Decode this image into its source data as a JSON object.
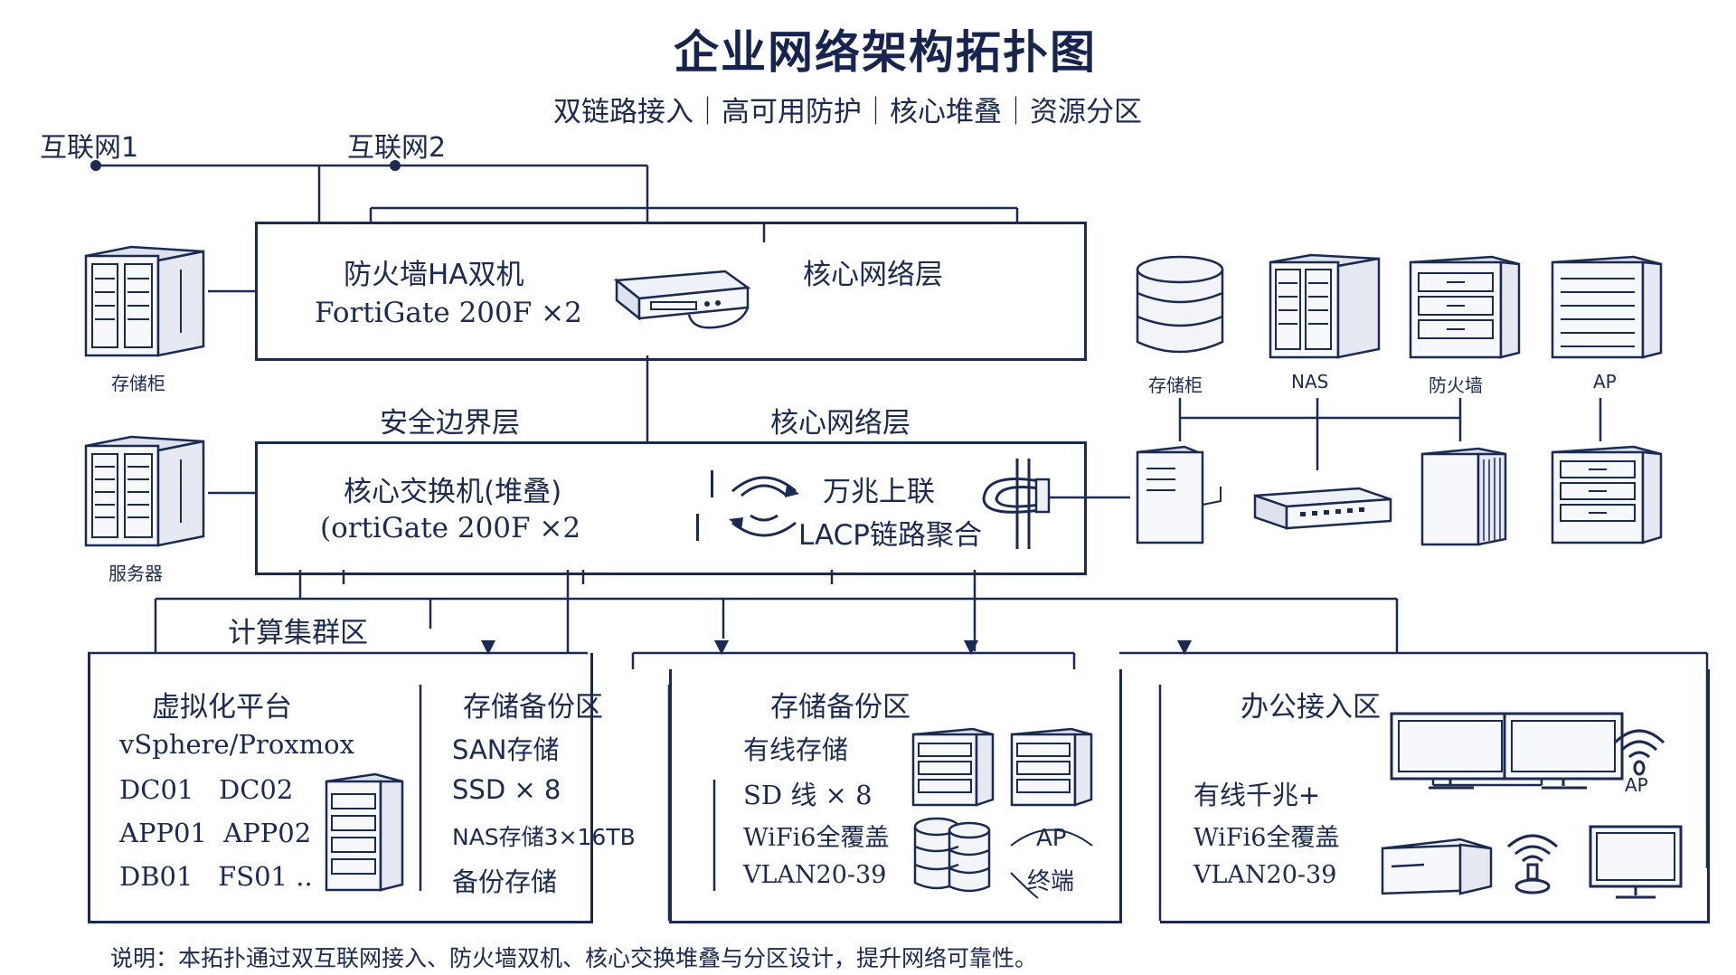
{
  "title": "企业网络架构拓扑图",
  "subtitle": "双链路接入｜高可用防护｜核心堆叠｜资源分区",
  "internet": {
    "isp1": "互联网1",
    "isp2": "互联网2"
  },
  "left_devices": {
    "storage_cabinet": "存储柜",
    "server": "服务器"
  },
  "firewall_box": {
    "title": "防火墙HA双机",
    "model": "FortiGate 200F ×2",
    "right_label": "核心网络层"
  },
  "layer_labels": {
    "security": "安全边界层",
    "core": "核心网络层"
  },
  "core_box": {
    "title": "核心交换机(堆叠)",
    "model": "(ortiGate 200F ×2",
    "uplink": "万兆上联",
    "lacp": "LACP链路聚合"
  },
  "right_devices": {
    "storage": "存储柜",
    "nas": "NAS",
    "firewall": "防火墙",
    "ap": "AP"
  },
  "compute_zone": {
    "label": "计算集群区",
    "virtualization": {
      "title": "虚拟化平台",
      "platform": "vSphere/Proxmox",
      "rows": [
        "DC01   DC02",
        "APP01  APP02",
        "DB01   FS01 .."
      ]
    },
    "backup": {
      "title": "存储备份区",
      "lines": [
        "SAN存储",
        "SSD × 8",
        "NAS存储3×16TB",
        "备份存储"
      ]
    }
  },
  "storage_zone": {
    "title": "存储备份区",
    "lines": [
      "有线存储",
      "SD 线 × 8",
      "WiFi6全覆盖",
      "VLAN20-39"
    ],
    "ap_label": "AP",
    "terminal_label": "终端"
  },
  "office_zone": {
    "title": "办公接入区",
    "lines": [
      "有线千兆+",
      "WiFi6全覆盖",
      "VLAN20-39"
    ],
    "ap_label": "AP"
  },
  "footer": "说明：本拓扑通过双互联网接入、防火墙双机、核心交换堆叠与分区设计，提升网络可靠性。",
  "colors": {
    "ink": "#1b2a52",
    "fill": "#f2f4f8"
  }
}
